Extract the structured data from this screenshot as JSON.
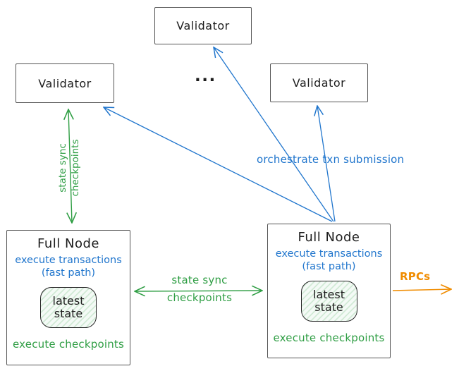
{
  "colors": {
    "blue": "#2176cd",
    "green": "#2f9e44",
    "orange": "#f08c00",
    "ink": "#1d1d1d",
    "box_border": "#555555"
  },
  "validators": [
    {
      "label": "Validator"
    },
    {
      "label": "Validator"
    },
    {
      "label": "Validator"
    }
  ],
  "ellipsis": "...",
  "full_nodes": [
    {
      "title": "Full Node",
      "exec_line1": "execute transactions",
      "exec_line2": "(fast path)",
      "state_line1": "latest",
      "state_line2": "state",
      "footer": "execute checkpoints"
    },
    {
      "title": "Full Node",
      "exec_line1": "execute transactions",
      "exec_line2": "(fast path)",
      "state_line1": "latest",
      "state_line2": "state",
      "footer": "execute checkpoints"
    }
  ],
  "edges": {
    "state_sync_vertical": {
      "line1": "state sync",
      "line2": "checkpoints"
    },
    "state_sync_horizontal": {
      "line1": "state sync",
      "line2": "checkpoints"
    },
    "orchestrate": {
      "label": "orchestrate txn submission"
    },
    "rpcs": {
      "label": "RPCs"
    }
  }
}
